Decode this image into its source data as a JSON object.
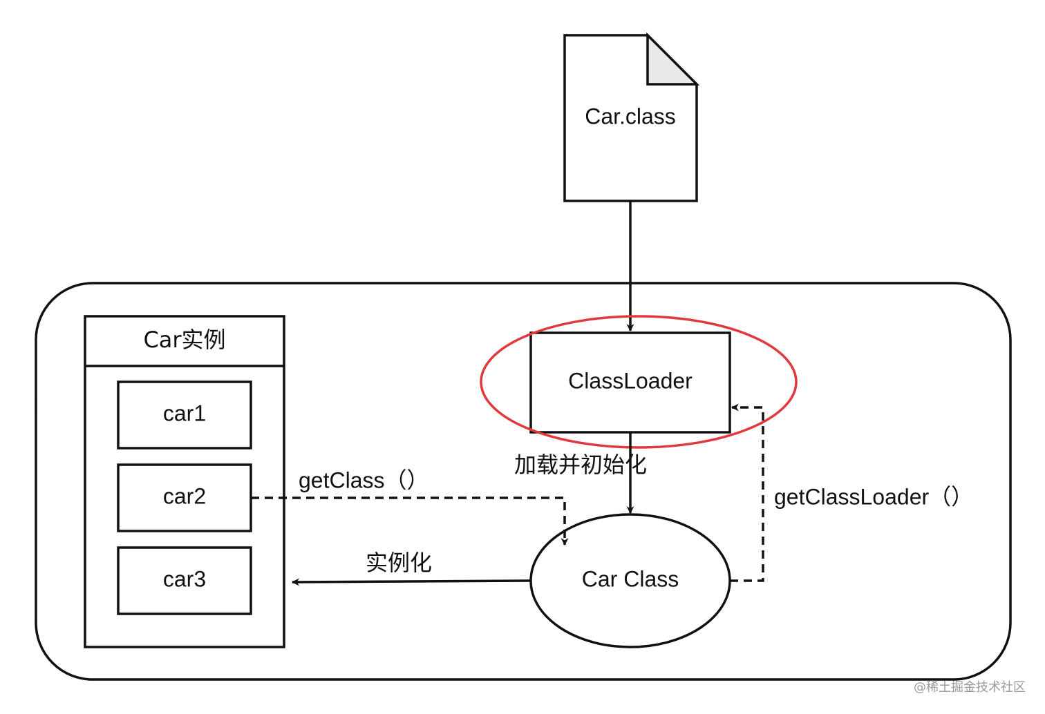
{
  "nodes": {
    "car_class_file": "Car.class",
    "class_loader": "ClassLoader",
    "car_class": "Car Class",
    "instances_header": "Car实例",
    "instances": [
      "car1",
      "car2",
      "car3"
    ]
  },
  "edges": {
    "load_and_init": "加载并初始化",
    "get_class": "getClass（）",
    "get_class_loader": "getClassLoader（）",
    "instantiate": "实例化"
  },
  "colors": {
    "stroke": "#111111",
    "highlight": "#e0383b",
    "page_fold": "#e8e8e8"
  },
  "watermark": "@稀土掘金技术社区"
}
